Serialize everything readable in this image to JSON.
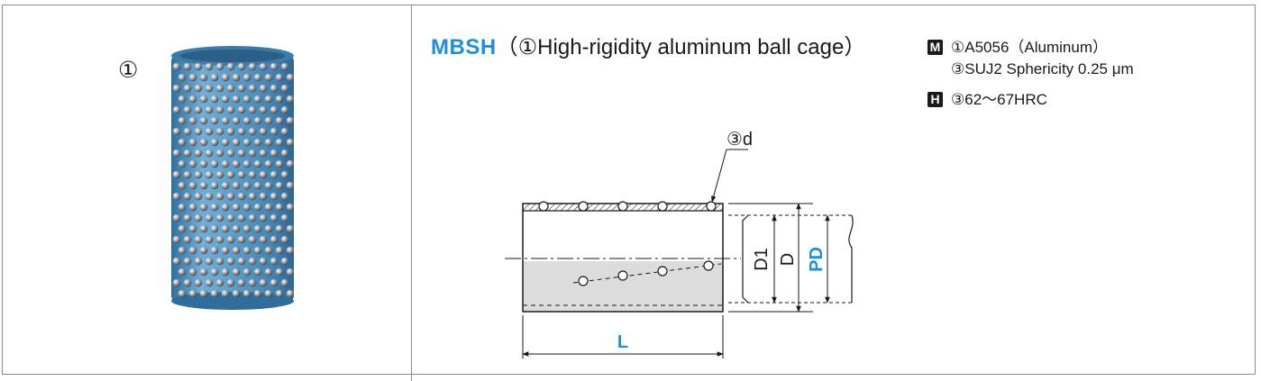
{
  "product": {
    "image_label": "①",
    "code": "MBSH",
    "description": "（①High-rigidity aluminum ball cage）"
  },
  "specs": {
    "material": {
      "badge": "M",
      "line1": "①A5056（Aluminum）",
      "line2": "③SUJ2 Sphericity 0.25 μm"
    },
    "hardness": {
      "badge": "H",
      "line1": "③62～67HRC"
    }
  },
  "diagram": {
    "callout": "③d",
    "dim_d1": "D1",
    "dim_d": "D",
    "dim_pd": "PD",
    "dim_l": "L"
  },
  "colors": {
    "accent": "#1d8fe0",
    "cage_blue": "#4a8fc0",
    "text": "#1a1a1a",
    "rule": "#8a8a8a"
  }
}
